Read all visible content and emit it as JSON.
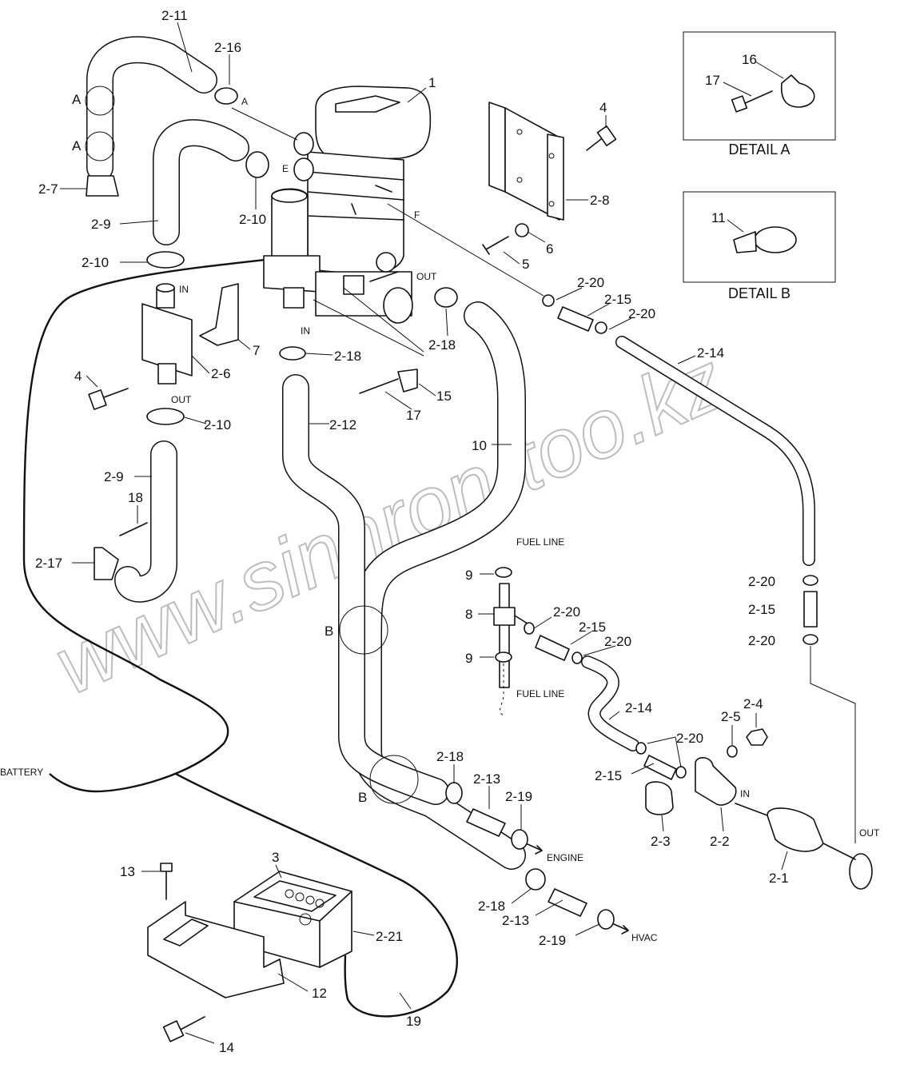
{
  "labels": {
    "l2_11": "2-11",
    "l2_16": "2-16",
    "l1": "1",
    "l4a": "4",
    "lA1": "A",
    "lA2": "A",
    "lAsmall": "A",
    "lE": "E",
    "lF": "F",
    "l2_7": "2-7",
    "l2_9a": "2-9",
    "l2_10a": "2-10",
    "l2_10b": "2-10",
    "l2_8": "2-8",
    "l6": "6",
    "l5": "5",
    "l2_20a": "2-20",
    "l2_15a": "2-15",
    "l2_20b": "2-20",
    "l2_14a": "2-14",
    "lOUT1": "OUT",
    "lIN1": "IN",
    "lIN2": "IN",
    "l7": "7",
    "l2_6": "2-6",
    "l4b": "4",
    "lOUT2": "OUT",
    "l2_10c": "2-10",
    "l2_18a": "2-18",
    "l2_18b": "2-18",
    "l15": "15",
    "l17a": "17",
    "l2_12": "2-12",
    "l10": "10",
    "l2_9b": "2-9",
    "l18": "18",
    "l2_17": "2-17",
    "lFuel1": "FUEL LINE",
    "l9a": "9",
    "l8": "8",
    "l2_20c": "2-20",
    "l2_15b": "2-15",
    "l2_20d": "2-20",
    "l9b": "9",
    "lFuel2": "FUEL LINE",
    "l2_20e": "2-20",
    "l2_15c": "2-15",
    "l2_20f": "2-20",
    "lB1": "B",
    "lB2": "B",
    "l2_14b": "2-14",
    "l2_5": "2-5",
    "l2_4": "2-4",
    "l2_20g": "2-20",
    "l2_15d": "2-15",
    "l2_3": "2-3",
    "l2_2": "2-2",
    "lIN3": "IN",
    "lOUT3": "OUT",
    "l2_1": "2-1",
    "lBattery": "BATTERY",
    "l2_18c": "2-18",
    "l2_13a": "2-13",
    "l2_19a": "2-19",
    "lEngine": "ENGINE",
    "l2_18d": "2-18",
    "l2_13b": "2-13",
    "l2_19b": "2-19",
    "lHVAC": "HVAC",
    "l13": "13",
    "l3": "3",
    "l2_21": "2-21",
    "l12": "12",
    "l19": "19",
    "l14": "14",
    "l16d": "16",
    "l17d": "17",
    "l11d": "11"
  },
  "details": {
    "a_title": "DETAIL A",
    "b_title": "DETAIL B"
  },
  "watermark": "www.sinhron-too.kz"
}
